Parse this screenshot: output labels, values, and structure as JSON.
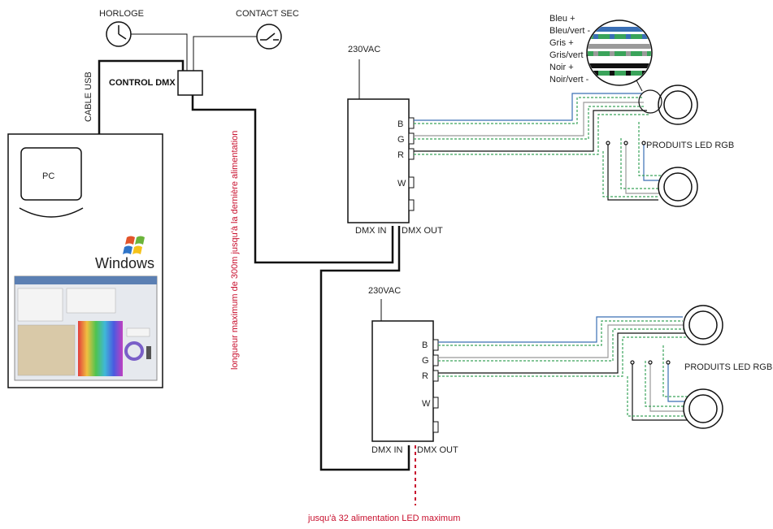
{
  "labels": {
    "clock": "HORLOGE",
    "dry_contact": "CONTACT SEC",
    "control": "CONTROL DMX",
    "usb": "CABLE USB",
    "pc": "PC",
    "windows": "Windows",
    "max_length": "longueur maximum de 300m jusqu'à la dernière alimentation",
    "max_supplies": "jusqu'à 32 alimentation LED maximum"
  },
  "supplies": [
    {
      "voltage": "230VAC",
      "b": "B",
      "g": "G",
      "r": "R",
      "w": "W",
      "dmx_in": "DMX IN",
      "dmx_out": "DMX OUT",
      "products": "PRODUITS LED RGB"
    },
    {
      "voltage": "230VAC",
      "b": "B",
      "g": "G",
      "r": "R",
      "w": "W",
      "dmx_in": "DMX IN",
      "dmx_out": "DMX OUT",
      "products": "PRODUITS LED RGB"
    }
  ],
  "cable_legend": [
    "Bleu +",
    "Bleu/vert -",
    "Gris +",
    "Gris/vert -",
    "Noir +",
    "Noir/vert -"
  ],
  "colors": {
    "line": "#111111",
    "blue_wire": "#3a6fb5",
    "green_wire": "#3aa35a",
    "grey_wire": "#9a9a9a",
    "red_text": "#c8102e"
  }
}
